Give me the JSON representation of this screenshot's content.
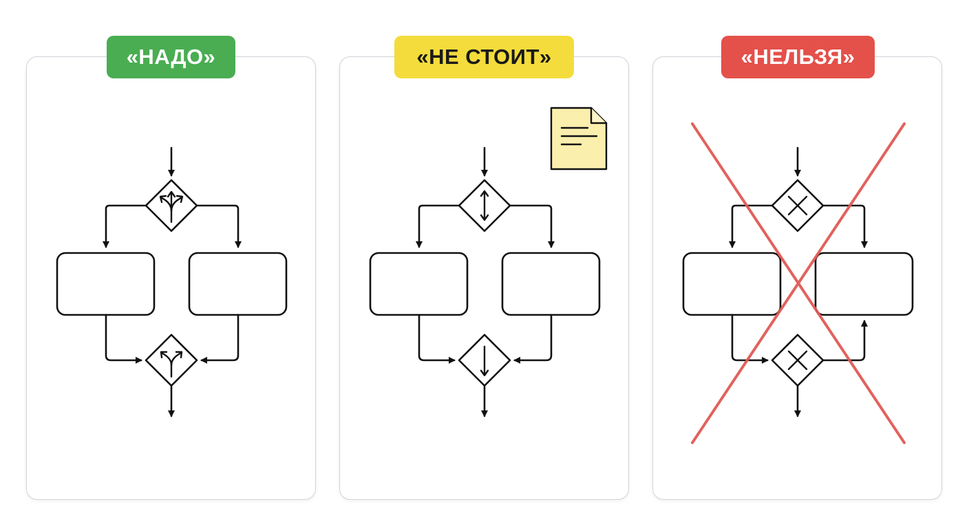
{
  "colors": {
    "green": "#4aad52",
    "yellow": "#f4dc3c",
    "red": "#e4504a",
    "note_fill": "#fbefae",
    "cross_line": "#e05a55",
    "stroke": "#111111"
  },
  "panels": [
    {
      "label": "«НАДО»",
      "badge_color": "#4aad52",
      "split_gateway_icon": "fork-arrows-icon",
      "merge_gateway_icon": "merge-arrows-icon"
    },
    {
      "label": "«НЕ СТОИТ»",
      "badge_color": "#f4dc3c",
      "split_gateway_icon": "double-arrow-icon",
      "merge_gateway_icon": "down-arrow-icon",
      "extra_icon": "document-icon"
    },
    {
      "label": "«НЕЛЬЗЯ»",
      "badge_color": "#e4504a",
      "split_gateway_icon": "x-icon",
      "merge_gateway_icon": "x-icon",
      "overlay_icon": "crossed-out-icon"
    }
  ]
}
